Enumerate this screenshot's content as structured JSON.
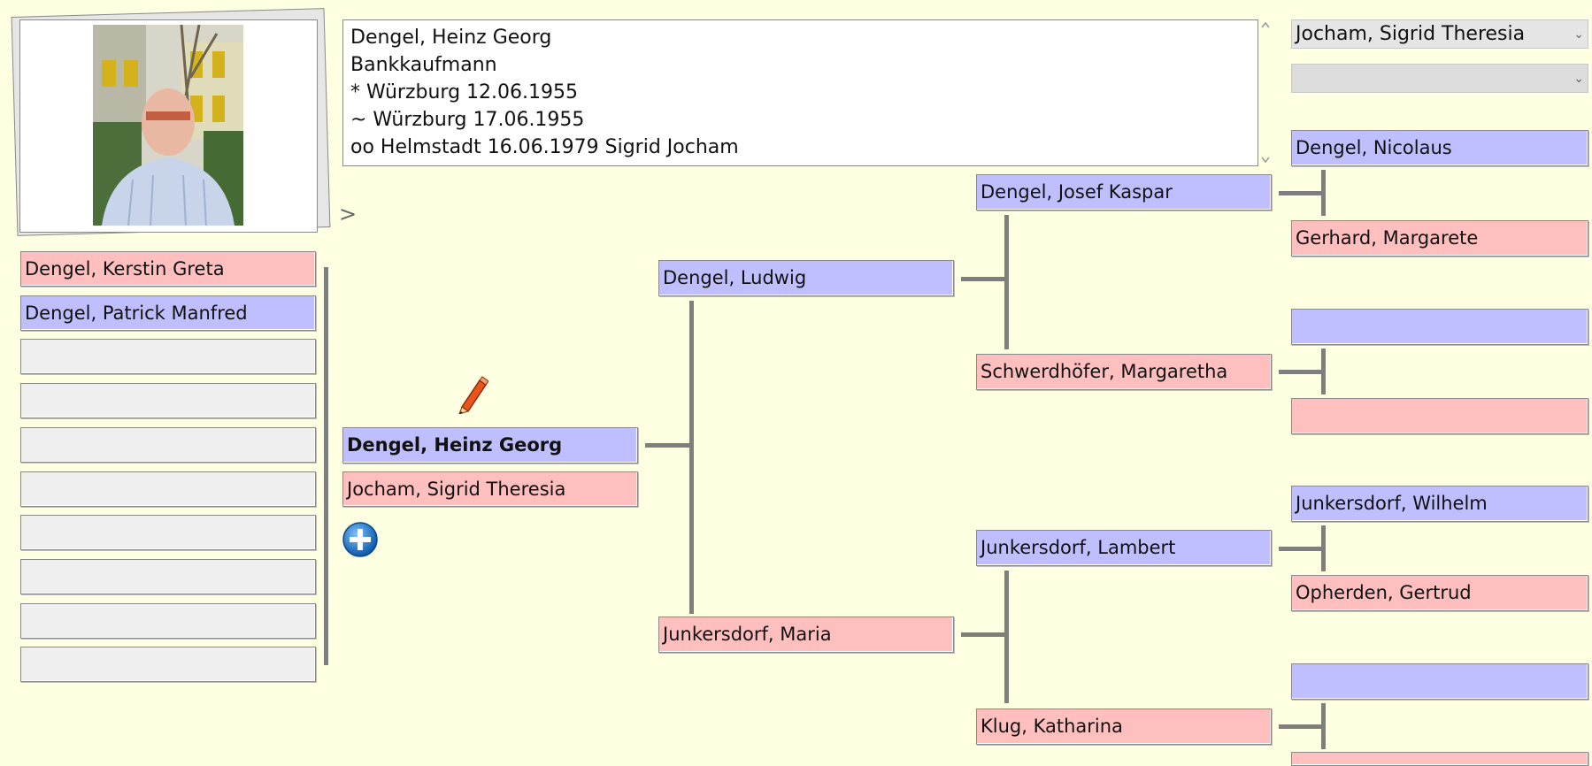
{
  "person": {
    "info_lines": [
      "Dengel, Heinz Georg",
      "Bankkaufmann",
      "* Würzburg 12.06.1955",
      "~ Würzburg 17.06.1955",
      "oo Helmstadt 16.06.1979 Sigrid Jocham"
    ]
  },
  "spouse_select": {
    "value": "Jocham, Sigrid Theresia"
  },
  "second_select": {
    "value": ""
  },
  "nav": {
    "arrow": ">"
  },
  "children": [
    {
      "name": "Dengel, Kerstin Greta",
      "sex": "f"
    },
    {
      "name": "Dengel, Patrick Manfred",
      "sex": "m"
    },
    {
      "name": "",
      "sex": "e"
    },
    {
      "name": "",
      "sex": "e"
    },
    {
      "name": "",
      "sex": "e"
    },
    {
      "name": "",
      "sex": "e"
    },
    {
      "name": "",
      "sex": "e"
    },
    {
      "name": "",
      "sex": "e"
    },
    {
      "name": "",
      "sex": "e"
    },
    {
      "name": "",
      "sex": "e"
    }
  ],
  "proband": {
    "name": "Dengel, Heinz Georg",
    "spouse": "Jocham, Sigrid Theresia"
  },
  "parents": {
    "father": "Dengel, Ludwig",
    "mother": "Junkersdorf, Maria"
  },
  "grandparents": {
    "paternal_father": "Dengel, Josef Kaspar",
    "paternal_mother": "Schwerdhöfer, Margaretha",
    "maternal_father": "Junkersdorf, Lambert",
    "maternal_mother": "Klug, Katharina"
  },
  "great_grandparents": [
    "Dengel, Nicolaus",
    "Gerhard, Margarete",
    "",
    "",
    "Junkersdorf, Wilhelm",
    "Opherden, Gertrud",
    "",
    ""
  ]
}
